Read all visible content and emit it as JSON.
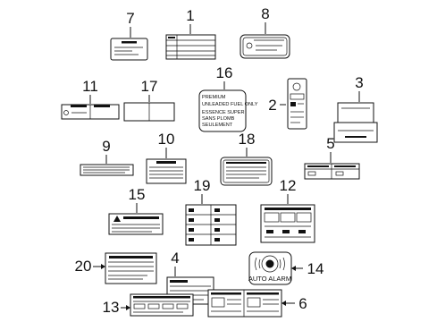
{
  "callouts": [
    {
      "id": "1",
      "label": "1"
    },
    {
      "id": "2",
      "label": "2"
    },
    {
      "id": "3",
      "label": "3"
    },
    {
      "id": "4",
      "label": "4"
    },
    {
      "id": "5",
      "label": "5"
    },
    {
      "id": "6",
      "label": "6"
    },
    {
      "id": "7",
      "label": "7"
    },
    {
      "id": "8",
      "label": "8"
    },
    {
      "id": "9",
      "label": "9"
    },
    {
      "id": "10",
      "label": "10"
    },
    {
      "id": "11",
      "label": "11"
    },
    {
      "id": "12",
      "label": "12"
    },
    {
      "id": "13",
      "label": "13"
    },
    {
      "id": "14",
      "label": "14"
    },
    {
      "id": "15",
      "label": "15"
    },
    {
      "id": "16",
      "label": "16"
    },
    {
      "id": "17",
      "label": "17"
    },
    {
      "id": "18",
      "label": "18"
    },
    {
      "id": "19",
      "label": "19"
    },
    {
      "id": "20",
      "label": "20"
    }
  ],
  "fuel_label": {
    "lines": [
      "PREMIUM",
      "UNLEADED FUEL ONLY",
      "ESSENCE SUPER",
      "SANS PLOMB",
      "SEULEMENT"
    ]
  },
  "alarm_label": {
    "text": "AUTO ALARM"
  }
}
